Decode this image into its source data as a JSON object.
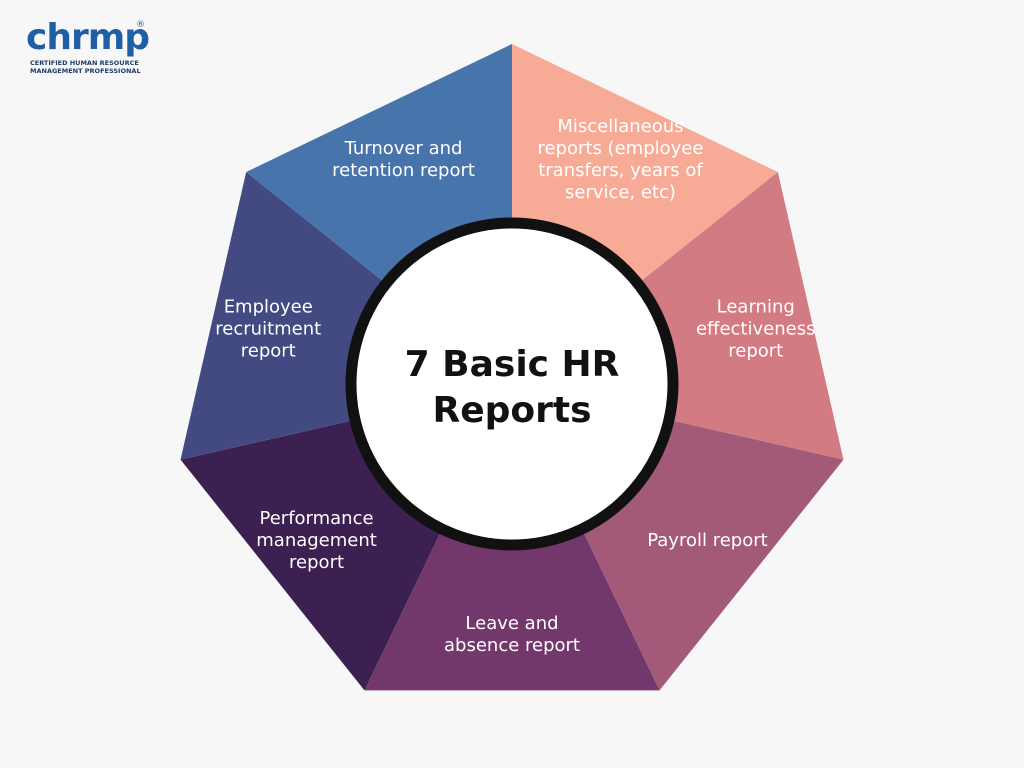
{
  "logo": {
    "wordmark": "chrmp",
    "registered": "®",
    "tagline_line1": "CERTIFIED HUMAN RESOURCE",
    "tagline_line2": "MANAGEMENT PROFESSIONAL"
  },
  "center": {
    "title_line1": "7 Basic HR",
    "title_line2": "Reports"
  },
  "segments": [
    {
      "label_lines": [
        "Miscellaneous",
        "reports (employee",
        "transfers, years of",
        "service, etc)"
      ],
      "color": "#f7ab97"
    },
    {
      "label_lines": [
        "Learning",
        "effectiveness",
        "report"
      ],
      "color": "#d27b82"
    },
    {
      "label_lines": [
        "Payroll report"
      ],
      "color": "#a35a79"
    },
    {
      "label_lines": [
        "Leave and",
        "absence report"
      ],
      "color": "#73386b"
    },
    {
      "label_lines": [
        "Performance",
        "management",
        "report"
      ],
      "color": "#3c2051"
    },
    {
      "label_lines": [
        "Employee",
        "recruitment",
        "report"
      ],
      "color": "#434a81"
    },
    {
      "label_lines": [
        "Turnover and",
        "retention report"
      ],
      "color": "#4674ab"
    }
  ]
}
